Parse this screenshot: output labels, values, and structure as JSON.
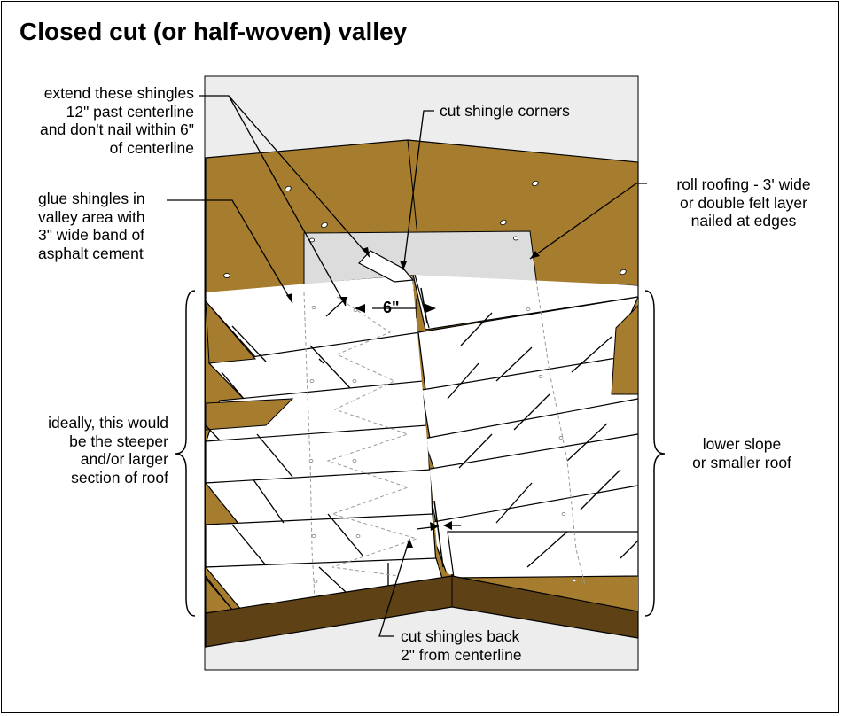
{
  "title": "Closed cut (or half-woven) valley",
  "labels": {
    "extend_shingles": "extend these shingles\n12\" past centerline\nand don't nail within 6\"\nof centerline",
    "cut_corners": "cut shingle corners",
    "roll_roofing": "roll roofing - 3' wide\nor double felt layer\nnailed at edges",
    "glue_shingles": "glue shingles in\nvalley area with\n3\" wide band of\nasphalt cement",
    "six_inch": "6\"",
    "steeper_section": "ideally, this would\nbe the steeper\nand/or larger\nsection of roof",
    "lower_slope": "lower slope\nor smaller roof",
    "cut_back": "cut shingles back\n2\" from centerline"
  },
  "colors": {
    "sheathing": "#a67c2e",
    "fascia": "#5e4215",
    "background_panel": "#ededed",
    "underlayment": "#dcdcdc",
    "shingle": "#ffffff",
    "outline": "#000000",
    "hidden_line": "#9a9a9a"
  }
}
